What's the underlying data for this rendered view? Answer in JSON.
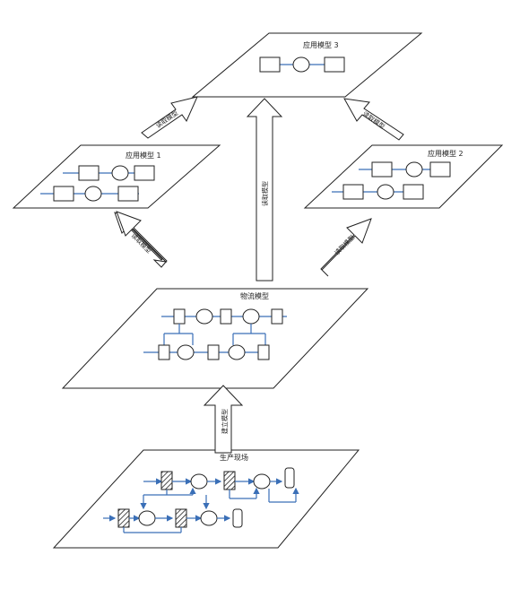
{
  "diagram": {
    "app3_title": "应用模型 3",
    "app1_title": "应用模型 1",
    "app2_title": "应用模型 2",
    "logistics_title": "物流模型",
    "production_title": "生产现场",
    "arrow_build_label": "建立模型",
    "arrow_read_center_label": "读取模型",
    "arrow_read_left_lower_label": "读取模型",
    "arrow_read_right_lower_label": "读取模型",
    "arrow_read_left_upper_label": "读取模型",
    "arrow_read_right_upper_label": "读取模型"
  },
  "colors": {
    "connector": "#3a6fb7",
    "outline": "#222222",
    "hatch": "#222222",
    "background": "#ffffff"
  }
}
